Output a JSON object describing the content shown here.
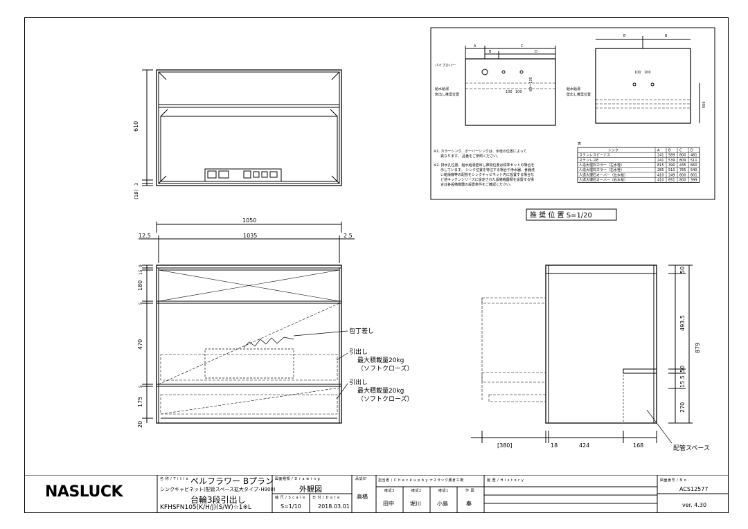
{
  "front_view": {
    "dims_top": [
      "610",
      "3",
      "(18)"
    ],
    "overall_width": "1050",
    "width_parts": [
      "12.5",
      "1035",
      "2.5"
    ],
    "left_dims": [
      "9",
      "15",
      "180",
      "5",
      "470",
      "5",
      "175",
      "20"
    ],
    "annotations": {
      "knife": "包丁差し",
      "drawer1": [
        "引出し",
        "最大積載量20kg",
        "（ソフトクローズ）"
      ],
      "drawer2": [
        "引出し",
        "最大積載量20kg",
        "（ソフトクローズ）"
      ]
    }
  },
  "side_view": {
    "bottom_dims": [
      "[380]",
      "18",
      "424",
      "168"
    ],
    "right_dims": [
      "50",
      "493.5",
      "50",
      "15.5",
      "270",
      "879"
    ],
    "piping_label": "配管スペース"
  },
  "recommended": {
    "title": "推 奨 位 置  S=1/20",
    "left_labels": {
      "pipe_cover": "パイプカバー",
      "water_supply": [
        "給水給湯",
        "床出し推奨位置"
      ],
      "dims_top": [
        "A",
        "B",
        "C",
        "D"
      ],
      "spacing": [
        "100",
        "100"
      ],
      "offset": [
        "60～135"
      ]
    },
    "right_labels": {
      "water_supply": [
        "給水給湯",
        "壁出し推奨位置"
      ],
      "dims_top": [
        "B",
        "B"
      ],
      "spacing": [
        "100",
        "100"
      ],
      "height": "500"
    },
    "notes": [
      "※1. カラーシンク、オーバーシンクは、水栓の位置によって",
      "　　異なります。 品番をご参照ください。",
      "※2. 排水孔位置、給水給湯壁出し推奨位置は標準セットの場合を",
      "　　示しています。 シンク位置を特注する場合や浄水器、食器洗",
      "　　い乾燥機等の配管をシンクキャビネット内に設置する場合な",
      "　　ど他キッチンシリーズに設定された設備機器類を設置する場",
      "　　合は各設備機器の設置条件をご確認ください。"
    ],
    "table": {
      "caption": "表",
      "headers": [
        "シンク",
        "A",
        "B",
        "C",
        "D"
      ],
      "rows": [
        [
          "ステンレスビーナス",
          "241",
          "589",
          "800",
          "481"
        ],
        [
          "ステンレスE",
          "241",
          "539",
          "809",
          "511"
        ],
        [
          "人造大理石カラー（左水栓）",
          "815",
          "390",
          "435",
          "660"
        ],
        [
          "人造大理石カラー（右水栓）",
          "285",
          "510",
          "765",
          "540"
        ],
        [
          "人造大理石オーバー（左水栓）",
          "410",
          "249",
          "800",
          "801"
        ],
        [
          "人造大理石オーバー（右水栓）",
          "410",
          "651",
          "800",
          "399"
        ]
      ]
    }
  },
  "title_block": {
    "logo": "NASLUCK",
    "title_label": "名 称 / T i t l e",
    "title": "ベルフラワー  Bプラン",
    "subtitle": "シンクキャビネット(配管スペース拡大タイプ･H900)",
    "product": "台輪3段引出し",
    "model": "KFHSFN105(K/H/J)(S/W)☆1※L",
    "drawing_label": "図面種類 / D r a w i n g",
    "drawing": "外観図",
    "scale_label": "縮 尺 / S c a l e",
    "scale": "S=1/10",
    "date_label": "日 付 / D a t e",
    "date": "2018.03.01",
    "approval_label": "承認印",
    "approver": "高橋",
    "check_label": "担当者 / C h e c k  u p  b y  ナスラック勝倉工場",
    "check_headers": [
      "確認3",
      "確認2",
      "確認1",
      "作 図"
    ],
    "check_names": [
      "田中",
      "堀川",
      "小島",
      "秦"
    ],
    "history_label": "履 歴 / H i s t o r y",
    "number_label": "図面番号 / N o .",
    "number": "ACS12577",
    "version": "ver. 4.30"
  }
}
